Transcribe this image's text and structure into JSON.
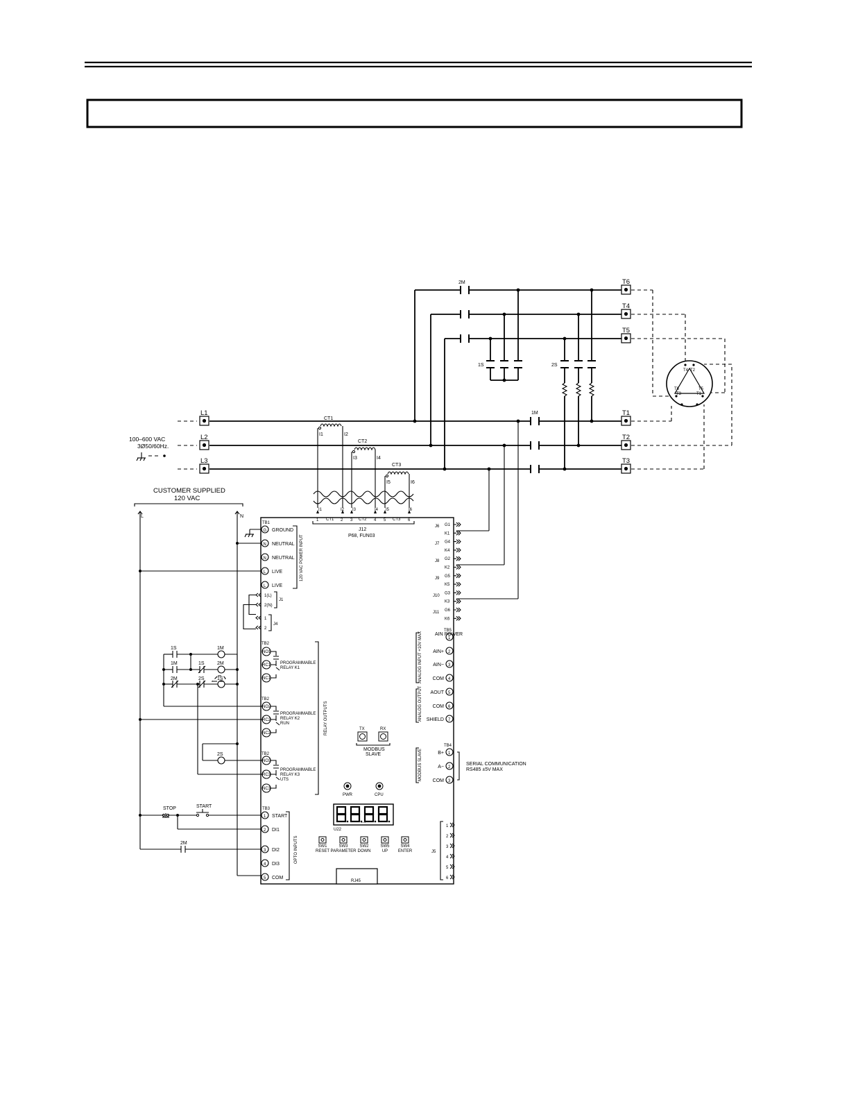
{
  "title_box": {
    "text": ""
  },
  "supply": {
    "lines": [
      "L1",
      "L2",
      "L3"
    ],
    "voltage": "100–600 VAC",
    "frequency": "3Ø50/60Hz."
  },
  "motor_terminals": [
    "T6",
    "T4",
    "T5",
    "T1",
    "T2",
    "T3"
  ],
  "contactors": {
    "run": "1M",
    "delta": "2M",
    "star": "1S",
    "star2": "2S"
  },
  "current_transformers": [
    "CT1",
    "CT2",
    "CT3"
  ],
  "ct_pins": [
    [
      "I1",
      "I2"
    ],
    [
      "I3",
      "I4"
    ],
    [
      "I5",
      "I6"
    ]
  ],
  "j12": {
    "label": "J12",
    "sub": "P68, FUN03",
    "pins": [
      "1",
      "2",
      "3",
      "4",
      "5",
      "6"
    ]
  },
  "motor_windings": [
    "T4",
    "T2",
    "T6",
    "T3",
    "T5",
    "T1"
  ],
  "customer_supply": {
    "title": "CUSTOMER SUPPLIED",
    "voltage": "120 VAC",
    "live": "L",
    "neutral": "N"
  },
  "tb1": {
    "label": "TB1",
    "group": "120 VAC POWER INPUT",
    "terminals": [
      {
        "code": "G",
        "name": "GROUND"
      },
      {
        "code": "N",
        "name": "NEUTRAL"
      },
      {
        "code": "N",
        "name": "NEUTRAL"
      },
      {
        "code": "L",
        "name": "LIVE"
      },
      {
        "code": "L",
        "name": "LIVE"
      }
    ]
  },
  "j1": {
    "label": "J1",
    "pins": [
      "1(L)",
      "2(N)"
    ]
  },
  "j4": {
    "label": "J4",
    "pins": [
      "1",
      "2"
    ]
  },
  "relays": {
    "group": "RELAY OUTPUTS",
    "items": [
      {
        "block": "TB2",
        "pins": [
          "NO1",
          "RC1",
          "NC1"
        ],
        "desc": [
          "PROGRAMMABLE",
          "RELAY  K1"
        ]
      },
      {
        "block": "TB2",
        "pins": [
          "NO2",
          "RC2",
          "NC2"
        ],
        "desc": [
          "PROGRAMMABLE",
          "RELAY  K2",
          "RUN"
        ]
      },
      {
        "block": "TB2",
        "pins": [
          "NO3",
          "RC3",
          "NC3"
        ],
        "desc": [
          "PROGRAMMABLE",
          "RELAY  K3",
          "UTS"
        ]
      }
    ]
  },
  "ladder": {
    "coils": [
      "1M",
      "2M",
      "1S",
      "2S"
    ],
    "contacts": [
      "1S",
      "1M",
      "1S",
      "2M",
      "2S",
      "2M"
    ]
  },
  "tb3": {
    "label": "TB3",
    "group": "OPTO INPUTS",
    "terminals": [
      {
        "code": "1",
        "name": "START"
      },
      {
        "code": "2",
        "name": "DI1"
      },
      {
        "code": "3",
        "name": "DI2"
      },
      {
        "code": "4",
        "name": "DI3"
      },
      {
        "code": "5",
        "name": "COM"
      }
    ]
  },
  "pushbuttons": {
    "stop": "STOP",
    "start": "START"
  },
  "ct_inputs": {
    "headers": [
      "J6",
      "J7",
      "J8",
      "J9",
      "J10",
      "J11"
    ],
    "pins": [
      "G1",
      "K1",
      "G4",
      "K4",
      "G2",
      "K2",
      "G5",
      "K5",
      "G3",
      "K3",
      "G6",
      "K6"
    ]
  },
  "tb5": {
    "label": "TB5",
    "analog_input_group": "ANALOG INPUT +10V MAX",
    "analog_output_group": "ANALOG OUTPUT",
    "terminals": [
      {
        "code": "1",
        "name": "AIN POWER"
      },
      {
        "code": "2",
        "name": "AIN+"
      },
      {
        "code": "3",
        "name": "AIN−"
      },
      {
        "code": "4",
        "name": "COM"
      },
      {
        "code": "5",
        "name": "AOUT"
      },
      {
        "code": "6",
        "name": "COM"
      },
      {
        "code": "7",
        "name": "SHIELD"
      }
    ]
  },
  "tb4": {
    "label": "TB4",
    "group": "MODBUS SLAVE",
    "terminals": [
      {
        "code": "1",
        "name": "B+"
      },
      {
        "code": "2",
        "name": "A−"
      },
      {
        "code": "3",
        "name": "COM"
      }
    ],
    "note": [
      "SERIAL  COMMUNICATION",
      "RS485  ±5V  MAX"
    ]
  },
  "modbus_leds": {
    "tx": "TX",
    "rx": "RX",
    "caption": [
      "MODBUS",
      "SLAVE"
    ]
  },
  "status_leds": {
    "pwr": "PWR",
    "cpu": "CPU"
  },
  "display": {
    "digits": "8.8.8.8",
    "ref": "U22"
  },
  "switches": [
    {
      "ref": "SW1",
      "name": "RESET"
    },
    {
      "ref": "SW3",
      "name": "PARAMETER"
    },
    {
      "ref": "SW2",
      "name": "DOWN"
    },
    {
      "ref": "SW5",
      "name": "UP"
    },
    {
      "ref": "SW4",
      "name": "ENTER"
    }
  ],
  "j5": {
    "label": "J5",
    "pins": [
      "1",
      "2",
      "3",
      "4",
      "5",
      "6"
    ]
  },
  "rj45": "RJ45"
}
